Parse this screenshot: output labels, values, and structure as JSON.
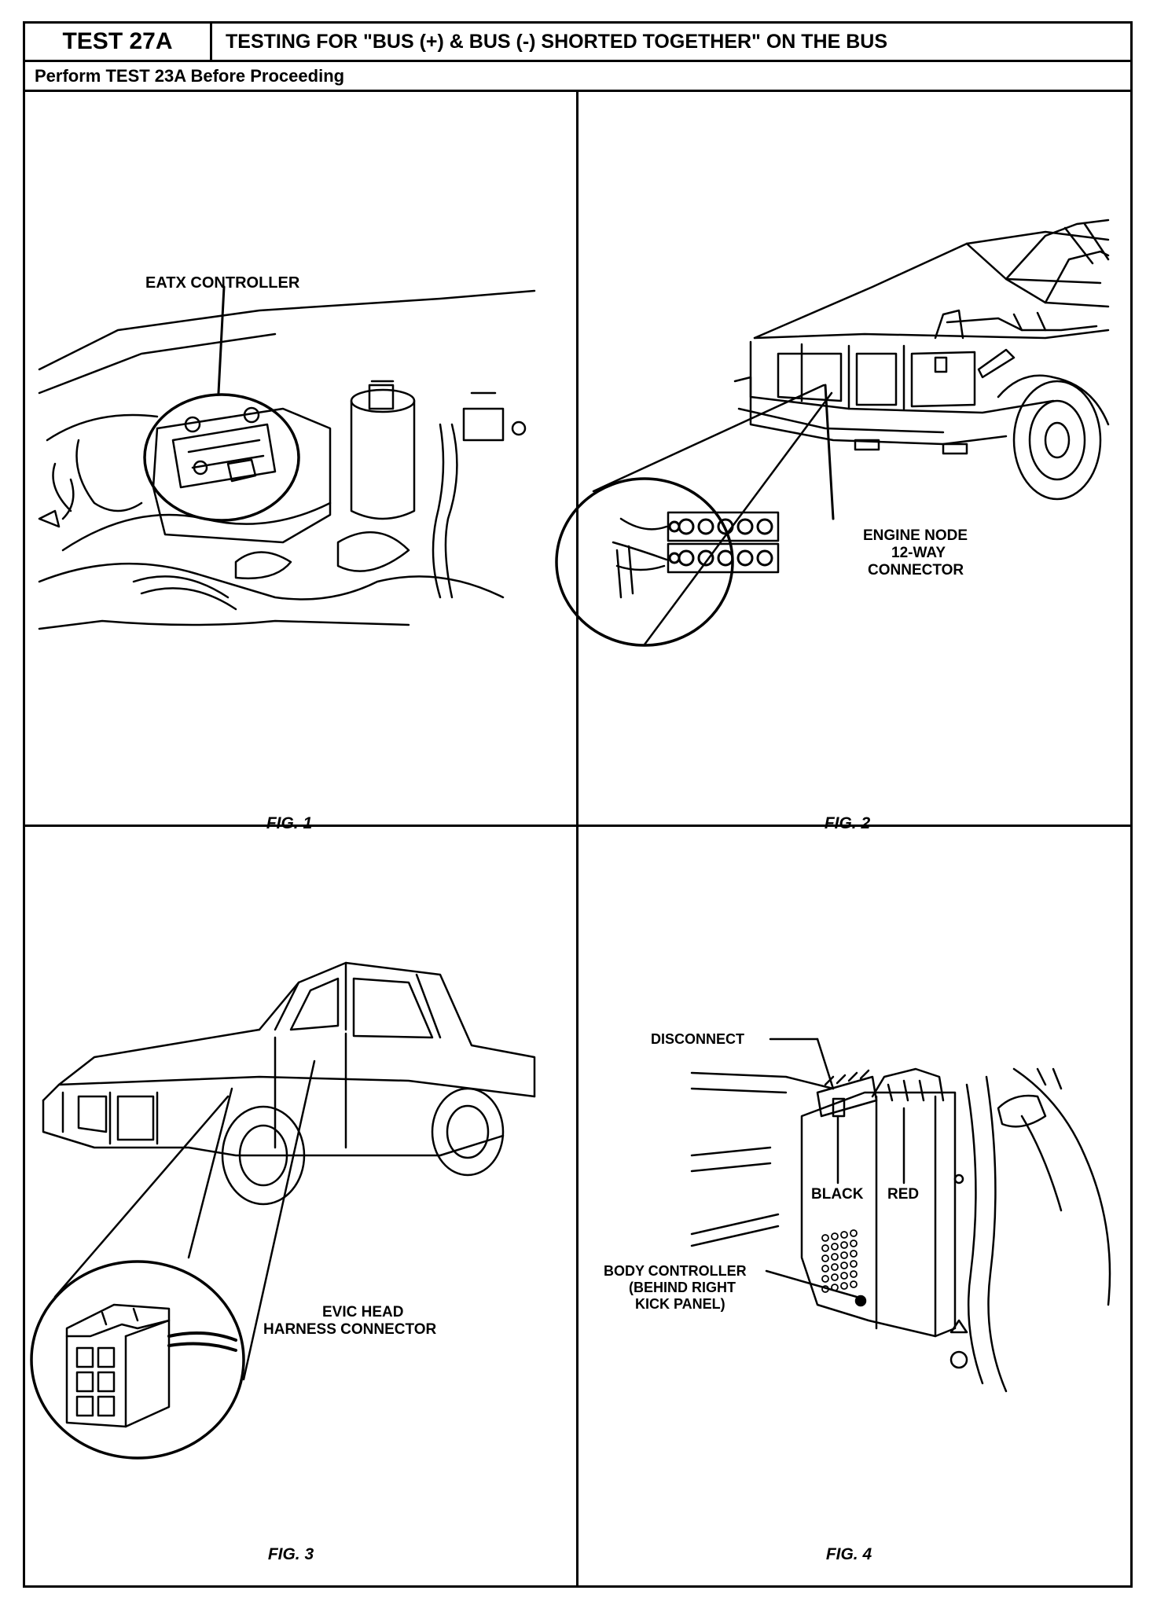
{
  "header": {
    "test_id": "TEST 27A",
    "title": "TESTING FOR \"BUS (+) & BUS (-) SHORTED TOGETHER\" ON THE BUS",
    "prerequisite": "Perform TEST 23A Before Proceeding"
  },
  "figures": [
    {
      "caption": "FIG. 1",
      "labels": [
        "EATX CONTROLLER"
      ]
    },
    {
      "caption": "FIG. 2",
      "labels": [
        "ENGINE NODE",
        "12-WAY",
        "CONNECTOR"
      ]
    },
    {
      "caption": "FIG. 3",
      "labels": [
        "EVIC HEAD",
        "HARNESS CONNECTOR"
      ]
    },
    {
      "caption": "FIG. 4",
      "labels": [
        "DISCONNECT",
        "BLACK",
        "RED",
        "BODY CONTROLLER",
        "(BEHIND RIGHT",
        "KICK PANEL)"
      ]
    }
  ]
}
